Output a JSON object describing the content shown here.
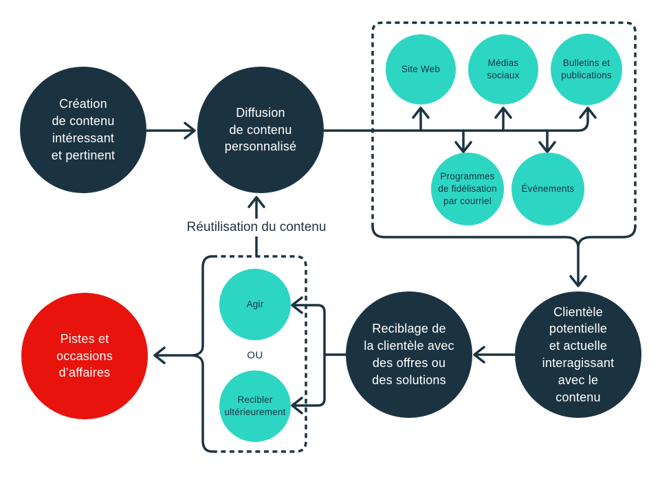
{
  "colors": {
    "background": "#ffffff",
    "navy": "#1b3341",
    "teal": "#2dd6c3",
    "red": "#e8130d",
    "line": "#1b3341",
    "text_light": "#ffffff"
  },
  "nodes": {
    "creation": {
      "label": "Création\nde contenu\nintéressant\net pertinent"
    },
    "diffusion": {
      "label": "Diffusion\nde contenu\npersonnalisé"
    },
    "site_web": {
      "label": "Site Web"
    },
    "medias_sociaux": {
      "label": "Médias\nsociaux"
    },
    "bulletins": {
      "label": "Bulletins et\npublications"
    },
    "programmes": {
      "label": "Programmes\nde fidélisation\npar courriel"
    },
    "evenements": {
      "label": "Événements"
    },
    "clientele": {
      "label": "Clientèle\npotentielle\net actuelle\ninteragissant\navec le\ncontenu"
    },
    "reciblage": {
      "label": "Reciblage de\nla clientèle avec\ndes offres ou\ndes solutions"
    },
    "agir": {
      "label": "Agir"
    },
    "recibler": {
      "label": "Recibler\nultérieurement"
    },
    "pistes": {
      "label": "Pistes et\noccasions\nd’affaires"
    }
  },
  "labels": {
    "reutilisation": "Réutilisation du contenu",
    "ou": "OU"
  }
}
